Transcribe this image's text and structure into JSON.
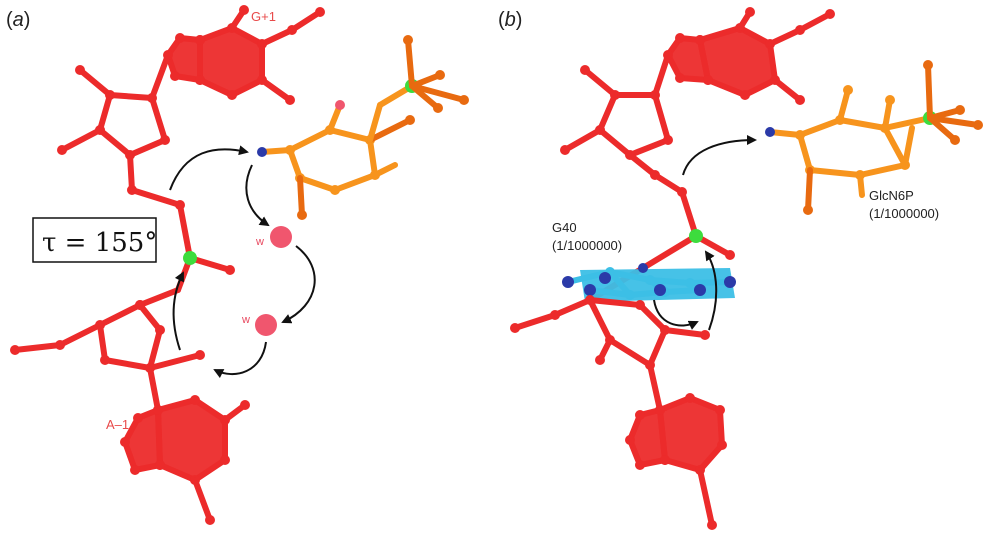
{
  "panel_a": {
    "label_prefix": "(",
    "label_letter": "a",
    "label_suffix": ")",
    "nucleotide_top": "G+1",
    "nucleotide_bottom": "A–1",
    "water_1": "w",
    "water_2": "w",
    "torsion": "τ = 155°"
  },
  "panel_b": {
    "label_prefix": "(",
    "label_letter": "b",
    "label_suffix": ")",
    "residue_label": "G40",
    "residue_occupancy": "(1/1000000)",
    "ligand_label": "GlcN6P",
    "ligand_occupancy": "(1/1000000)"
  },
  "colors": {
    "rna": "#ec2b2b",
    "ligand": "#f7941d",
    "ligand_dark": "#e86a10",
    "phosphorus": "#3ddc3d",
    "nitrogen": "#2b3aa8",
    "water": "#f0566e",
    "guanine_g40": "#3cbfe6",
    "arrow": "#111111"
  },
  "icons": [
    "curved-arrow-icon",
    "water-molecule-icon",
    "phosphorus-atom-icon"
  ]
}
